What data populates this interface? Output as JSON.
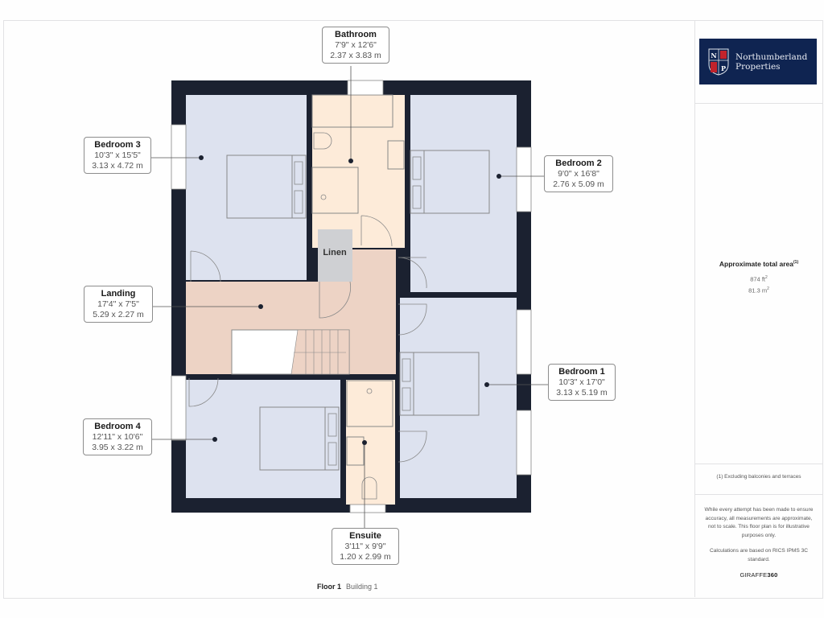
{
  "floor": {
    "name": "Floor 1",
    "building": "Building 1"
  },
  "brand": {
    "company_line1": "Northumberland",
    "company_line2": "Properties",
    "logo_letters": [
      "N",
      "P"
    ],
    "logo_bg_color": "#0f2451"
  },
  "summary": {
    "title": "Approximate total area",
    "title_note": "(1)",
    "area_ft": "874 ft",
    "area_ft_unit_sup": "2",
    "area_m": "81.3 m",
    "area_m_unit_sup": "2"
  },
  "notes": {
    "footnote": "(1) Excluding balconies and terraces",
    "disclaimer": "While every attempt has been made to ensure accuracy, all measurements are approximate, not to scale. This floor plan is for illustrative purposes only.",
    "calculation": "Calculations are based on RICS IPMS 3C standard.",
    "provider_prefix": "GIRAFFE",
    "provider_suffix": "360"
  },
  "rooms": [
    {
      "name": "Bathroom",
      "imperial": "7'9\" x 12'6\"",
      "metric": "2.37 x 3.83 m"
    },
    {
      "name": "Bedroom 3",
      "imperial": "10'3\" x 15'5\"",
      "metric": "3.13 x 4.72 m"
    },
    {
      "name": "Bedroom 2",
      "imperial": "9'0\" x 16'8\"",
      "metric": "2.76 x 5.09 m"
    },
    {
      "name": "Landing",
      "imperial": "17'4\" x 7'5\"",
      "metric": "5.29 x 2.27 m"
    },
    {
      "name": "Bedroom 1",
      "imperial": "10'3\" x 17'0\"",
      "metric": "3.13 x 5.19 m"
    },
    {
      "name": "Bedroom 4",
      "imperial": "12'11\" x 10'6\"",
      "metric": "3.95 x 3.22 m"
    },
    {
      "name": "Ensuite",
      "imperial": "3'11\" x 9'9\"",
      "metric": "1.20 x 2.99 m"
    }
  ],
  "linen_label": "Linen",
  "colors": {
    "wall": "#1b2130",
    "bedroom": "#dde2ef",
    "bathroom": "#fdebd9",
    "landing": "#edd3c5",
    "linen": "#cfd0d3"
  }
}
